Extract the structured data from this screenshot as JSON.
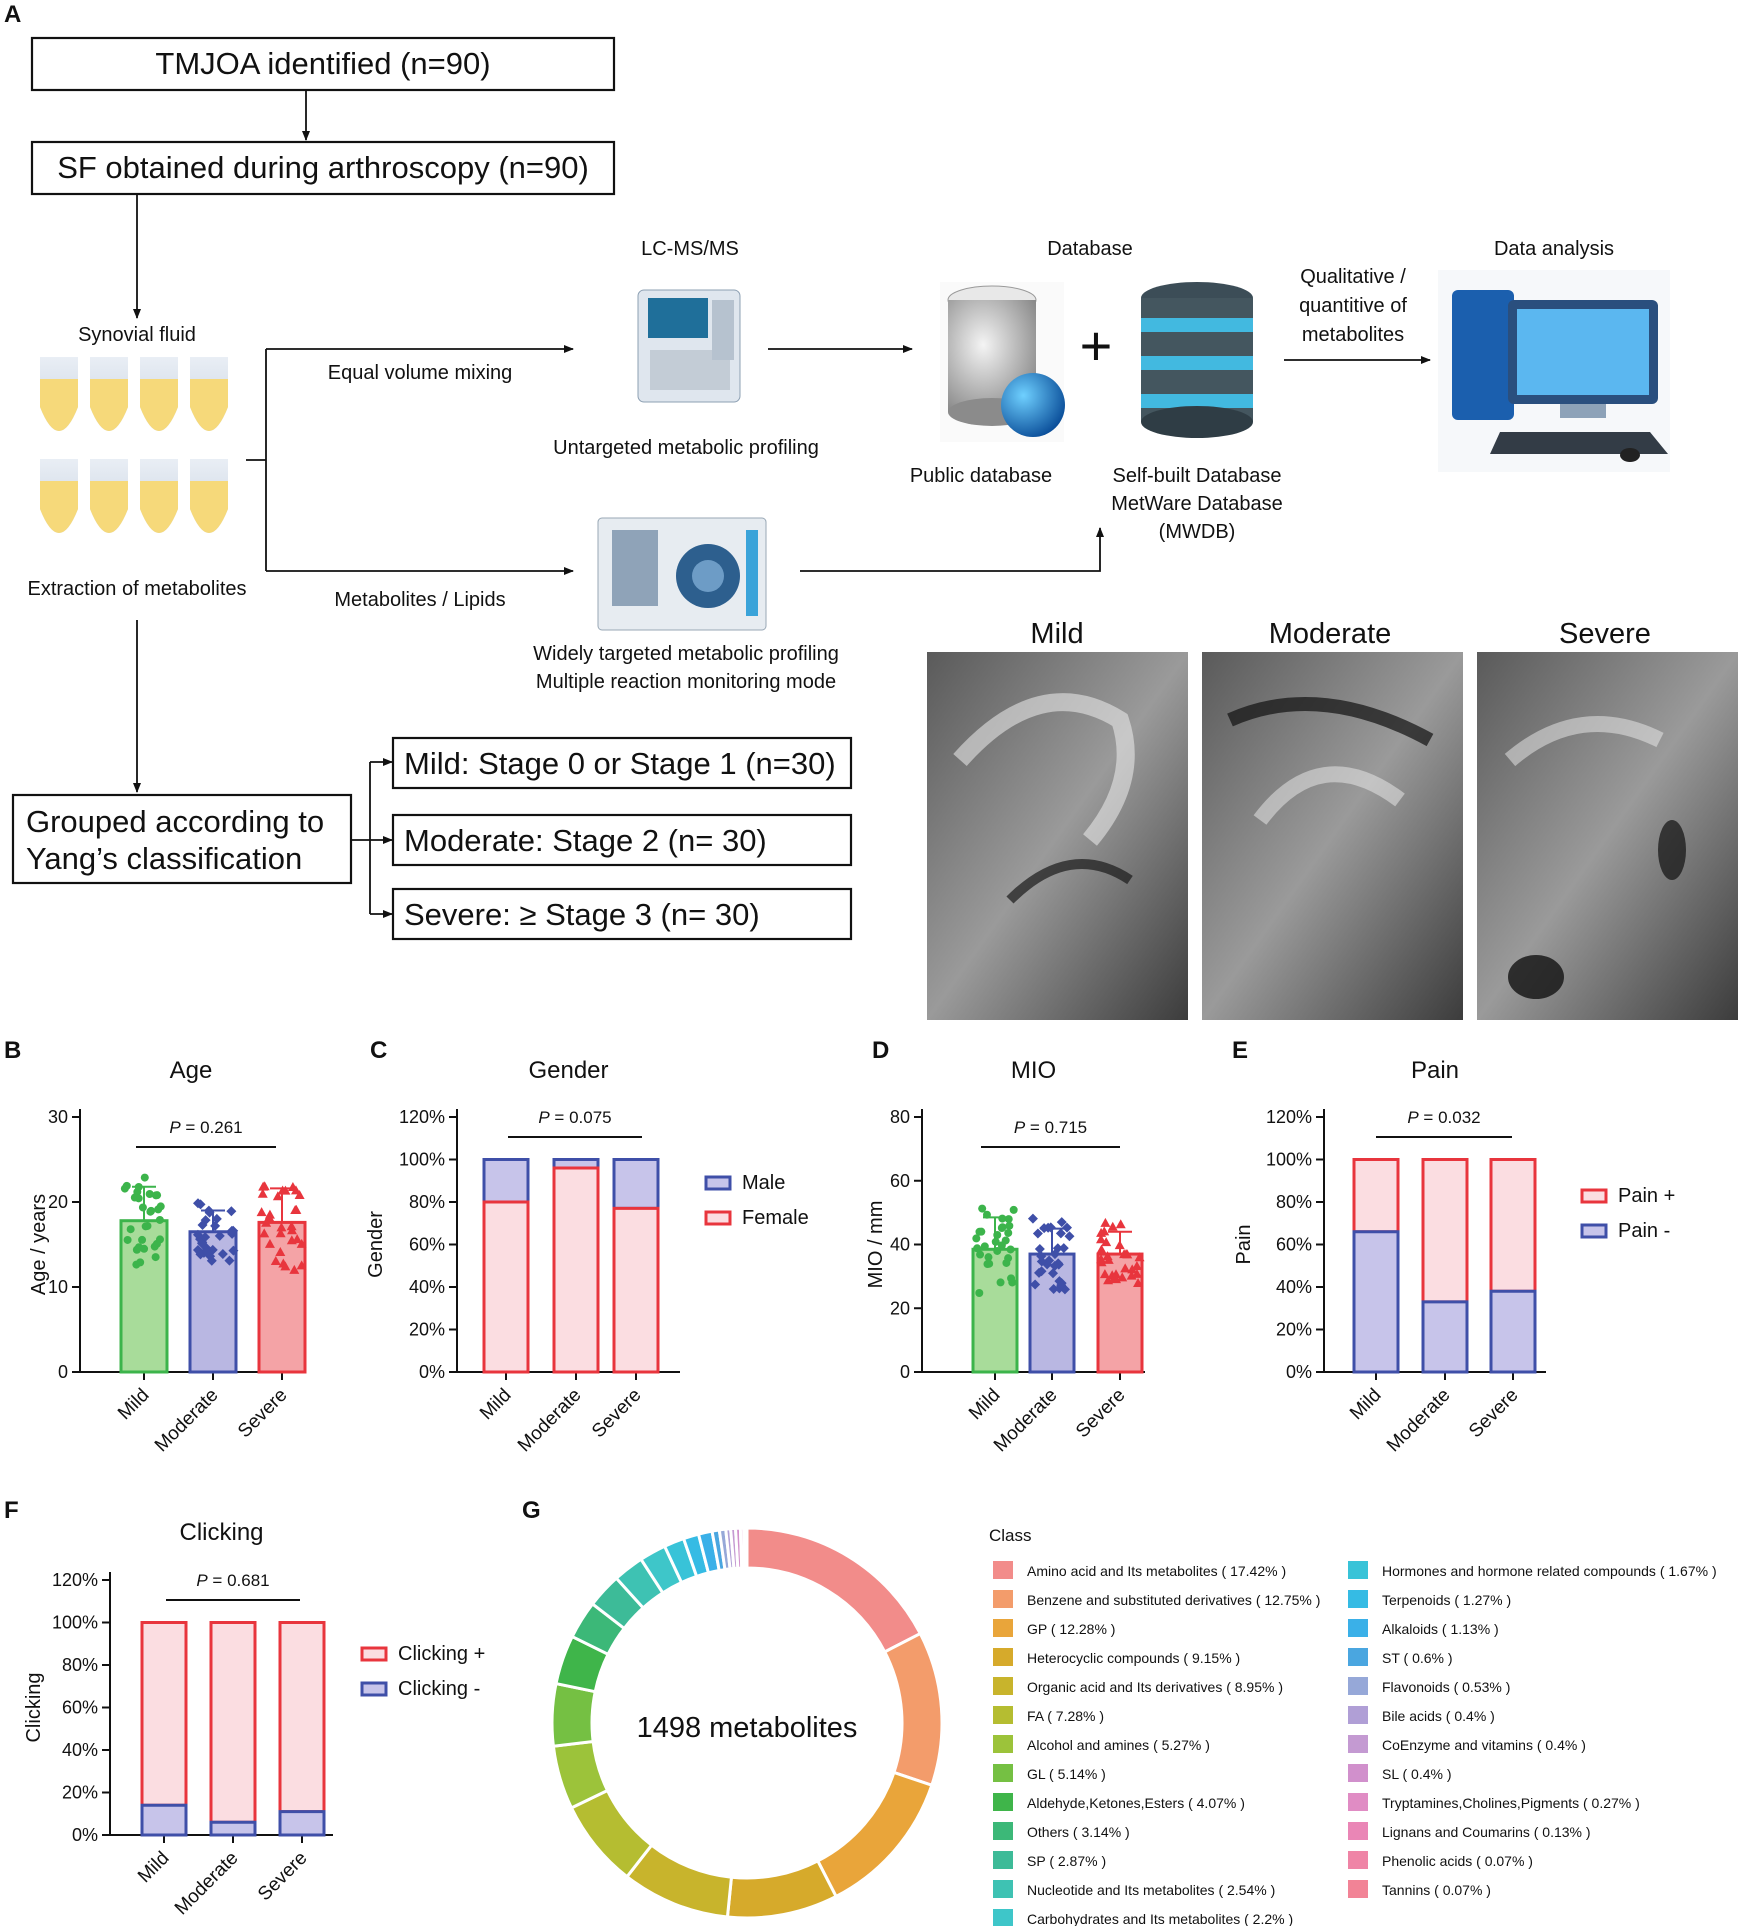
{
  "panel_letters": {
    "a": "A",
    "b": "B",
    "c": "C",
    "d": "D",
    "e": "E",
    "f": "F",
    "g": "G"
  },
  "flow": {
    "tmjoa": "TMJOA identified (n=90)",
    "sf": "SF obtained during arthroscopy (n=90)",
    "synovial": "Synovial fluid",
    "extraction": "Extraction of metabolites",
    "equal_volume": "Equal volume mixing",
    "metab_lipids": "Metabolites / Lipids",
    "lcms": "LC-MS/MS",
    "untargeted": "Untargeted metabolic profiling",
    "widely1": "Widely targeted metabolic profiling",
    "widely2": "Multiple reaction monitoring mode",
    "database": "Database",
    "public_db": "Public database",
    "selfbuilt1": "Self-built Database",
    "selfbuilt2": "MetWare Database",
    "selfbuilt3": "(MWDB)",
    "qual1": "Qualitative /",
    "qual2": "quantitive of",
    "qual3": "metabolites",
    "data_analysis": "Data analysis",
    "grouped1": "Grouped according to",
    "grouped2": "Yang’s classification",
    "mild_box": "Mild: Stage 0 or Stage 1 (n=30)",
    "moderate_box": "Moderate:  Stage 2 (n= 30)",
    "severe_box": "Severe: ≥ Stage 3 (n= 30)"
  },
  "mri": {
    "mild": "Mild",
    "moderate": "Moderate",
    "severe": "Severe"
  },
  "colors": {
    "mild": "#3cb44b",
    "moderate": "#3f4fa8",
    "severe": "#e8353d",
    "mild_fill": "#a8dc9a",
    "moderate_fill": "#b9b7e2",
    "severe_fill": "#f4a3a6",
    "pink_fill": "#fbdde1",
    "purple_fill": "#c7c4ea"
  },
  "chart_data": [
    {
      "panel": "B",
      "type": "bar",
      "title": "Age",
      "ylabel": "Age / years",
      "categories": [
        "Mild",
        "Moderate",
        "Severe"
      ],
      "values": [
        17.8,
        16.5,
        17.6
      ],
      "ylim": [
        0,
        30
      ],
      "yticks": [
        "0",
        "10",
        "20",
        "30"
      ],
      "p_value": "P = 0.261"
    },
    {
      "panel": "C",
      "type": "bar",
      "stacked": true,
      "title": "Gender",
      "ylabel": "Gender",
      "categories": [
        "Mild",
        "Moderate",
        "Severe"
      ],
      "series": [
        {
          "name": "Male",
          "values": [
            20,
            4,
            23
          ]
        },
        {
          "name": "Female",
          "values": [
            80,
            96,
            77
          ]
        }
      ],
      "ylim": [
        0,
        120
      ],
      "yticks": [
        "0%",
        "20%",
        "40%",
        "60%",
        "80%",
        "100%",
        "120%"
      ],
      "p_value": "P = 0.075"
    },
    {
      "panel": "D",
      "type": "bar",
      "title": "MIO",
      "ylabel": "MIO / mm",
      "categories": [
        "Mild",
        "Moderate",
        "Severe"
      ],
      "values": [
        38.5,
        37,
        37
      ],
      "ylim": [
        0,
        80
      ],
      "yticks": [
        "0",
        "20",
        "40",
        "60",
        "80"
      ],
      "p_value": "P = 0.715"
    },
    {
      "panel": "E",
      "type": "bar",
      "stacked": true,
      "title": "Pain",
      "ylabel": "Pain",
      "categories": [
        "Mild",
        "Moderate",
        "Severe"
      ],
      "series": [
        {
          "name": "Pain +",
          "values": [
            34,
            67,
            62
          ]
        },
        {
          "name": "Pain -",
          "values": [
            66,
            33,
            38
          ]
        }
      ],
      "ylim": [
        0,
        120
      ],
      "yticks": [
        "0%",
        "20%",
        "40%",
        "60%",
        "80%",
        "100%",
        "120%"
      ],
      "p_value": "P = 0.032"
    },
    {
      "panel": "F",
      "type": "bar",
      "stacked": true,
      "title": "Clicking",
      "ylabel": "Clicking",
      "categories": [
        "Mild",
        "Moderate",
        "Severe"
      ],
      "series": [
        {
          "name": "Clicking +",
          "values": [
            86,
            94,
            89
          ]
        },
        {
          "name": "Clicking -",
          "values": [
            14,
            6,
            11
          ]
        }
      ],
      "ylim": [
        0,
        120
      ],
      "yticks": [
        "0%",
        "20%",
        "40%",
        "60%",
        "80%",
        "100%",
        "120%"
      ],
      "p_value": "P = 0.681"
    },
    {
      "panel": "G",
      "type": "pie",
      "center_label": "1498 metabolites",
      "legend_title": "Class",
      "slices": [
        {
          "label": "Amino acid and Its metabolites ( 17.42% )",
          "value": 17.42,
          "color": "#f28c8a"
        },
        {
          "label": "Benzene and substituted derivatives ( 12.75% )",
          "value": 12.75,
          "color": "#f39c6b"
        },
        {
          "label": "GP ( 12.28% )",
          "value": 12.28,
          "color": "#e9a53a"
        },
        {
          "label": "Heterocyclic compounds ( 9.15% )",
          "value": 9.15,
          "color": "#d6aa2b"
        },
        {
          "label": "Organic acid and Its derivatives ( 8.95% )",
          "value": 8.95,
          "color": "#c8b42c"
        },
        {
          "label": "FA ( 7.28% )",
          "value": 7.28,
          "color": "#b5bd31"
        },
        {
          "label": "Alcohol and amines ( 5.27% )",
          "value": 5.27,
          "color": "#9cc33a"
        },
        {
          "label": "GL ( 5.14% )",
          "value": 5.14,
          "color": "#75c043"
        },
        {
          "label": "Aldehyde,Ketones,Esters ( 4.07% )",
          "value": 4.07,
          "color": "#3fb54a"
        },
        {
          "label": "Others ( 3.14% )",
          "value": 3.14,
          "color": "#3cb878"
        },
        {
          "label": "SP ( 2.87% )",
          "value": 2.87,
          "color": "#3dbb98"
        },
        {
          "label": "Nucleotide and Its metabolites ( 2.54% )",
          "value": 2.54,
          "color": "#3ec2b3"
        },
        {
          "label": "Carbohydrates and Its metabolites ( 2.2% )",
          "value": 2.2,
          "color": "#3ec6c9"
        },
        {
          "label": "Hormones and hormone related compounds ( 1.67% )",
          "value": 1.67,
          "color": "#38c3d8"
        },
        {
          "label": "Terpenoids ( 1.27% )",
          "value": 1.27,
          "color": "#35bbe4"
        },
        {
          "label": "Alkaloids ( 1.13% )",
          "value": 1.13,
          "color": "#3ab0e8"
        },
        {
          "label": "ST ( 0.6% )",
          "value": 0.6,
          "color": "#4aa6e0"
        },
        {
          "label": "Flavonoids ( 0.53% )",
          "value": 0.53,
          "color": "#96a8d8"
        },
        {
          "label": "Bile acids ( 0.4% )",
          "value": 0.4,
          "color": "#b09fd6"
        },
        {
          "label": "CoEnzyme and vitamins ( 0.4% )",
          "value": 0.4,
          "color": "#c49ad2"
        },
        {
          "label": "SL ( 0.4% )",
          "value": 0.4,
          "color": "#d190cc"
        },
        {
          "label": "Tryptamines,Cholines,Pigments ( 0.27% )",
          "value": 0.27,
          "color": "#e08cc4"
        },
        {
          "label": "Lignans and Coumarins ( 0.13% )",
          "value": 0.13,
          "color": "#ea86b6"
        },
        {
          "label": "Phenolic acids ( 0.07% )",
          "value": 0.07,
          "color": "#ef84a6"
        },
        {
          "label": "Tannins ( 0.07% )",
          "value": 0.07,
          "color": "#f28396"
        }
      ]
    }
  ]
}
